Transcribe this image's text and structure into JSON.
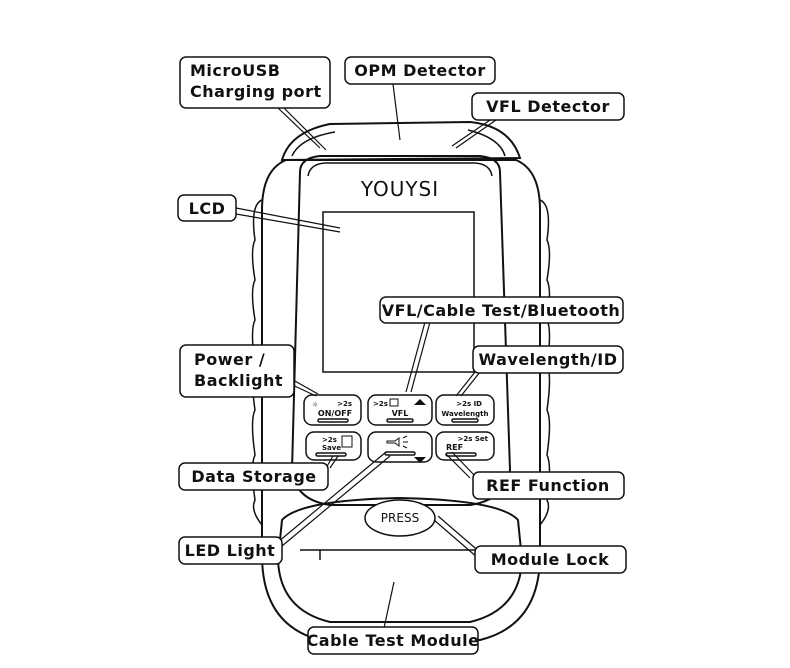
{
  "device": {
    "brand": "YOUYSI",
    "press_label": "PRESS"
  },
  "buttons": {
    "power": {
      "small": ">2s",
      "main": "ON/OFF"
    },
    "vfl": {
      "small": ">2s",
      "main": "VFL"
    },
    "wavelength": {
      "small": ">2s ID",
      "main": "Wavelength"
    },
    "save": {
      "small": ">2s",
      "main": "Save"
    },
    "ref": {
      "small": ">2s Set",
      "main": "REF"
    }
  },
  "callouts": {
    "microusb_line1": "MicroUSB",
    "microusb_line2": "Charging port",
    "opm_detector": "OPM Detector",
    "vfl_detector": "VFL Detector",
    "lcd": "LCD",
    "vfl_cable_bt": "VFL/Cable Test/Bluetooth",
    "wavelength_id": "Wavelength/ID",
    "power_line1": "Power /",
    "power_line2": "Backlight",
    "data_storage": "Data Storage",
    "ref_function": "REF Function",
    "led_light": "LED Light",
    "module_lock": "Module Lock",
    "cable_test_module": "Cable Test Module"
  },
  "colors": {
    "ink": "#111111",
    "background": "#ffffff"
  }
}
